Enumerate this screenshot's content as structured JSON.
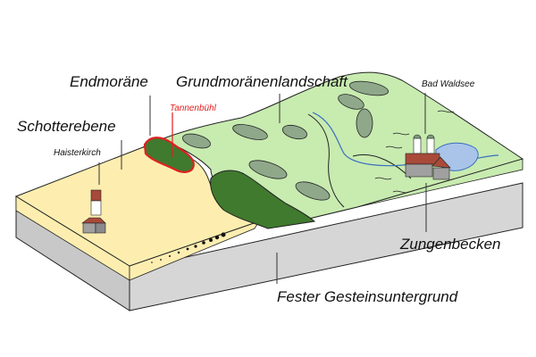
{
  "title": "Glacial landscape block diagram",
  "labels": {
    "endmoraene": "Endmoräne",
    "grundmoraenenlandschaft": "Grundmoränenlandschaft",
    "schotterebene": "Schotterebene",
    "tannenbuehl": "Tannenbühl",
    "haisterkirch": "Haisterkirch",
    "bad_waldsee": "Bad Waldsee",
    "zungenbecken": "Zungenbecken",
    "fester_gesteinsuntergrund": "Fester Gesteinsuntergrund"
  },
  "colors": {
    "gravel_plain": "#fdeeb0",
    "ground_moraine": "#c8ebb0",
    "end_moraine": "#3f7a2e",
    "drumlin": "#8fa88a",
    "bedrock": "#d4d4d4",
    "bedrock_dark": "#bdbdbd",
    "lake": "#a9c4e8",
    "river": "#3a6fc0",
    "roof": "#a84a3a",
    "wall": "#a0a0a0",
    "highlight": "#e02020"
  }
}
